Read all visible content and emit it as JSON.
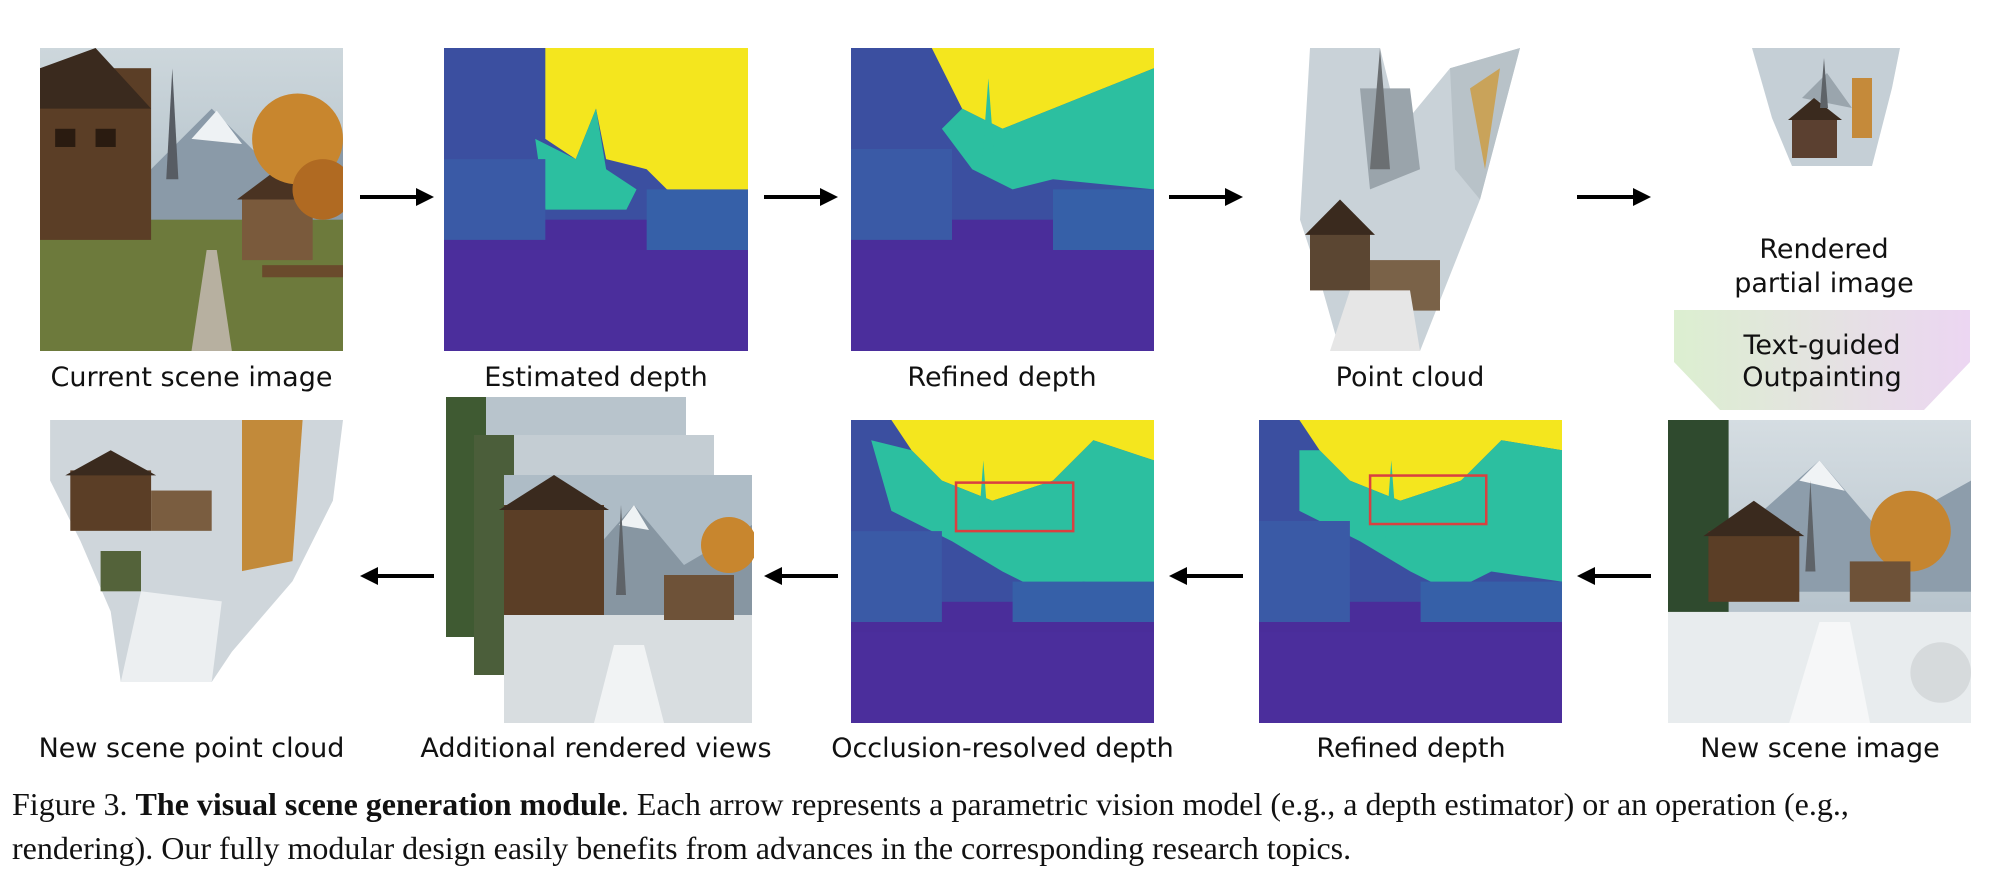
{
  "panels": {
    "current_scene": "Current scene image",
    "estimated_depth": "Estimated depth",
    "refined_depth_top": "Refined depth",
    "point_cloud": "Point cloud",
    "rendered_partial_line1": "Rendered",
    "rendered_partial_line2": "partial image",
    "outpainting_line1": "Text-guided",
    "outpainting_line2": "Outpainting",
    "new_scene_image": "New scene image",
    "refined_depth_bottom": "Refined depth",
    "occlusion_depth": "Occlusion-resolved depth",
    "additional_views": "Additional rendered views",
    "new_point_cloud": "New scene point cloud"
  },
  "caption": {
    "prefix": "Figure 3.",
    "bold": "The visual scene generation module",
    "rest": ". Each arrow represents a parametric vision model (e.g., a depth estimator) or an operation (e.g., rendering). Our fully modular design easily benefits from advances in the corresponding research topics."
  },
  "colors": {
    "depth_far": "#f4e61e",
    "depth_mid": "#2cbfa0",
    "depth_near": "#3b3f9a",
    "depth_base": "#4a2d9a",
    "highlight_box": "#d94040",
    "outpaint_gradient_start": "#dcefd0",
    "outpaint_gradient_end": "#ecd6f2"
  }
}
